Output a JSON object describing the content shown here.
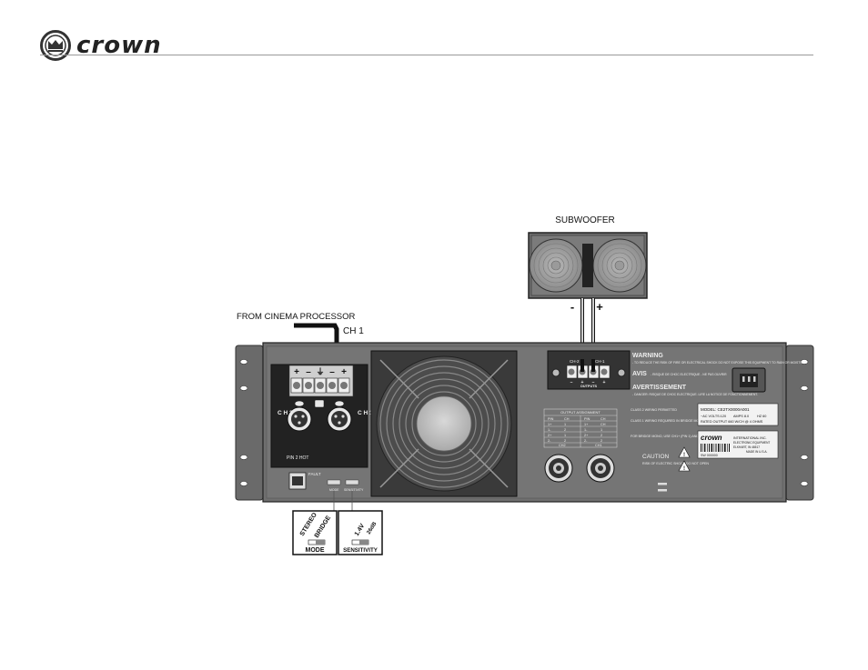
{
  "brand": {
    "name": "crown",
    "icon": "crown-logo-icon"
  },
  "diagram": {
    "subwoofer_label": "SUBWOOFER",
    "minus_label": "-",
    "plus_label": "+",
    "source_label": "FROM CINEMA PROCESSOR",
    "channel_label": "CH 1",
    "input_panel": {
      "terminal_signs": [
        "+",
        "–",
        "⏚",
        "–",
        "+"
      ],
      "ch2_label": "C H 2",
      "ch1_label": "C H 1",
      "pin_label": "PIN 2 HOT",
      "fault_label": "FAULT",
      "mode_small": "MODE",
      "sensitivity_small": "SENSITIVITY"
    },
    "outputs": {
      "ch2_label": "CH-2",
      "ch1_label": "CH-1",
      "title": "OUTPUTS",
      "polarity": [
        "–",
        "+",
        "–",
        "+"
      ]
    },
    "warning": {
      "warning_title": "WARNING",
      "warning_text": "- TO REDUCE THE RISK OF FIRE OR ELECTRICAL SHOCK DO NOT EXPOSE THIS EQUIPMENT TO RAIN OR MOISTURE.",
      "avis_title": "AVIS",
      "avis_text": "- RISQUE DE CHOC ELECTRIQUE - NE PAS OUVRIR",
      "avert_title": "AVERTISSEMENT",
      "avert_text": "- DANGER: RISQUE DE CHOC ELECTRIQUE. LIRE LA NOTICE DE FONCTIONNEMENT."
    },
    "assignment": {
      "title": "OUTPUT ASSIGNMENT",
      "pin_header": "PIN",
      "ch_header": "CH",
      "left_rows": [
        [
          "1+",
          "1"
        ],
        [
          "1-",
          "2"
        ],
        [
          "2+",
          "1"
        ],
        [
          "2-",
          "2"
        ]
      ],
      "right_rows": [
        [
          "1+",
          "CH"
        ],
        [
          "1-",
          "1"
        ],
        [
          "2+",
          "2"
        ],
        [
          "2-",
          "2"
        ]
      ],
      "left_footer": "CH2",
      "right_footer": "CH1"
    },
    "class_notes": {
      "line1": "CLASS 2 WIRING PERMITTED",
      "line2": "CLASS 1 WIRING REQUIRED IN BRIDGE MONO CONNECTION",
      "line3": "FOR BRIDGE MONO, USE CH1+ (PIN 1) AND CH1- (PIN 2) ONLY"
    },
    "caution": {
      "title": "CAUTION",
      "text": "RISK OF ELECTRIC SHOCK DO NOT OPEN"
    },
    "model_plate": {
      "model": "MODEL: CE2TX0000A001",
      "volts": "~AC VOLTS:120",
      "amps": "AMPS 8.0",
      "hz": "HZ 60",
      "rated": "RATED OUTPUT 660 W/CH @ 4 OHMS",
      "company": "INTERNATIONAL INC.",
      "company2": "ELECTRONIC EQUIPMENT",
      "city": "ELKHART, IN 46517",
      "made": "MADE IN U.S.A.",
      "serial": "SW 000000"
    },
    "mode_callout": {
      "opt1": "STEREO",
      "opt2": "BRIDGE",
      "label": "MODE"
    },
    "sensitivity_callout": {
      "opt1": "1.4V",
      "opt2": "26dB",
      "label": "SENSITIVITY"
    }
  }
}
